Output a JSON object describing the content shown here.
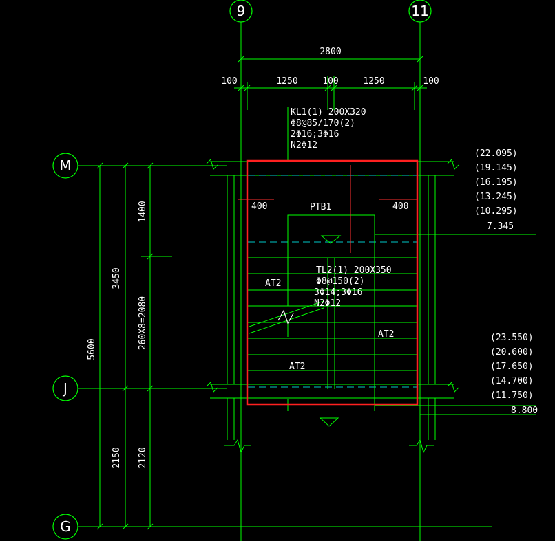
{
  "drawing": {
    "grid_axes": {
      "top": [
        "9",
        "11"
      ],
      "left": [
        "M",
        "J",
        "G"
      ]
    },
    "dimensions": {
      "overall_width": "2800",
      "segments": [
        "100",
        "1250",
        "100",
        "1250",
        "100"
      ],
      "left_outer_total": "5600",
      "left_mid_total": "3450",
      "left_upper_mid": "2150",
      "left_flight": "260X8=2080",
      "left_landing_top": "1400",
      "left_landing_bottom": "2120"
    },
    "beam_kl1": {
      "line1": "KL1(1) 200X320",
      "line2": "Φ8@85/170(2)",
      "line3": "2Φ16;3Φ16",
      "line4": "N2Φ12"
    },
    "beam_tl2": {
      "line1": "TL2(1) 200X350",
      "line2": "Φ8@150(2)",
      "line3": "3Φ14;3Φ16",
      "line4": "N2Φ12"
    },
    "labels": {
      "slab": "PTB1",
      "flight_a": "AT2",
      "flight_b": "AT2",
      "flight_c": "AT2",
      "offset_left": "400",
      "offset_right": "400"
    },
    "elevations_upper": [
      "(22.095)",
      "(19.145)",
      "(16.195)",
      "(13.245)",
      "(10.295)",
      "7.345"
    ],
    "elevations_lower": [
      "(23.550)",
      "(20.600)",
      "(17.650)",
      "(14.700)",
      "(11.750)",
      "8.800"
    ],
    "colors": {
      "background": "#000000",
      "line": "#00ff00",
      "text": "#ffffff",
      "highlight": "#ff2020",
      "dashed_beam": "#00c8c8",
      "cut_line": "#ff3030"
    }
  }
}
